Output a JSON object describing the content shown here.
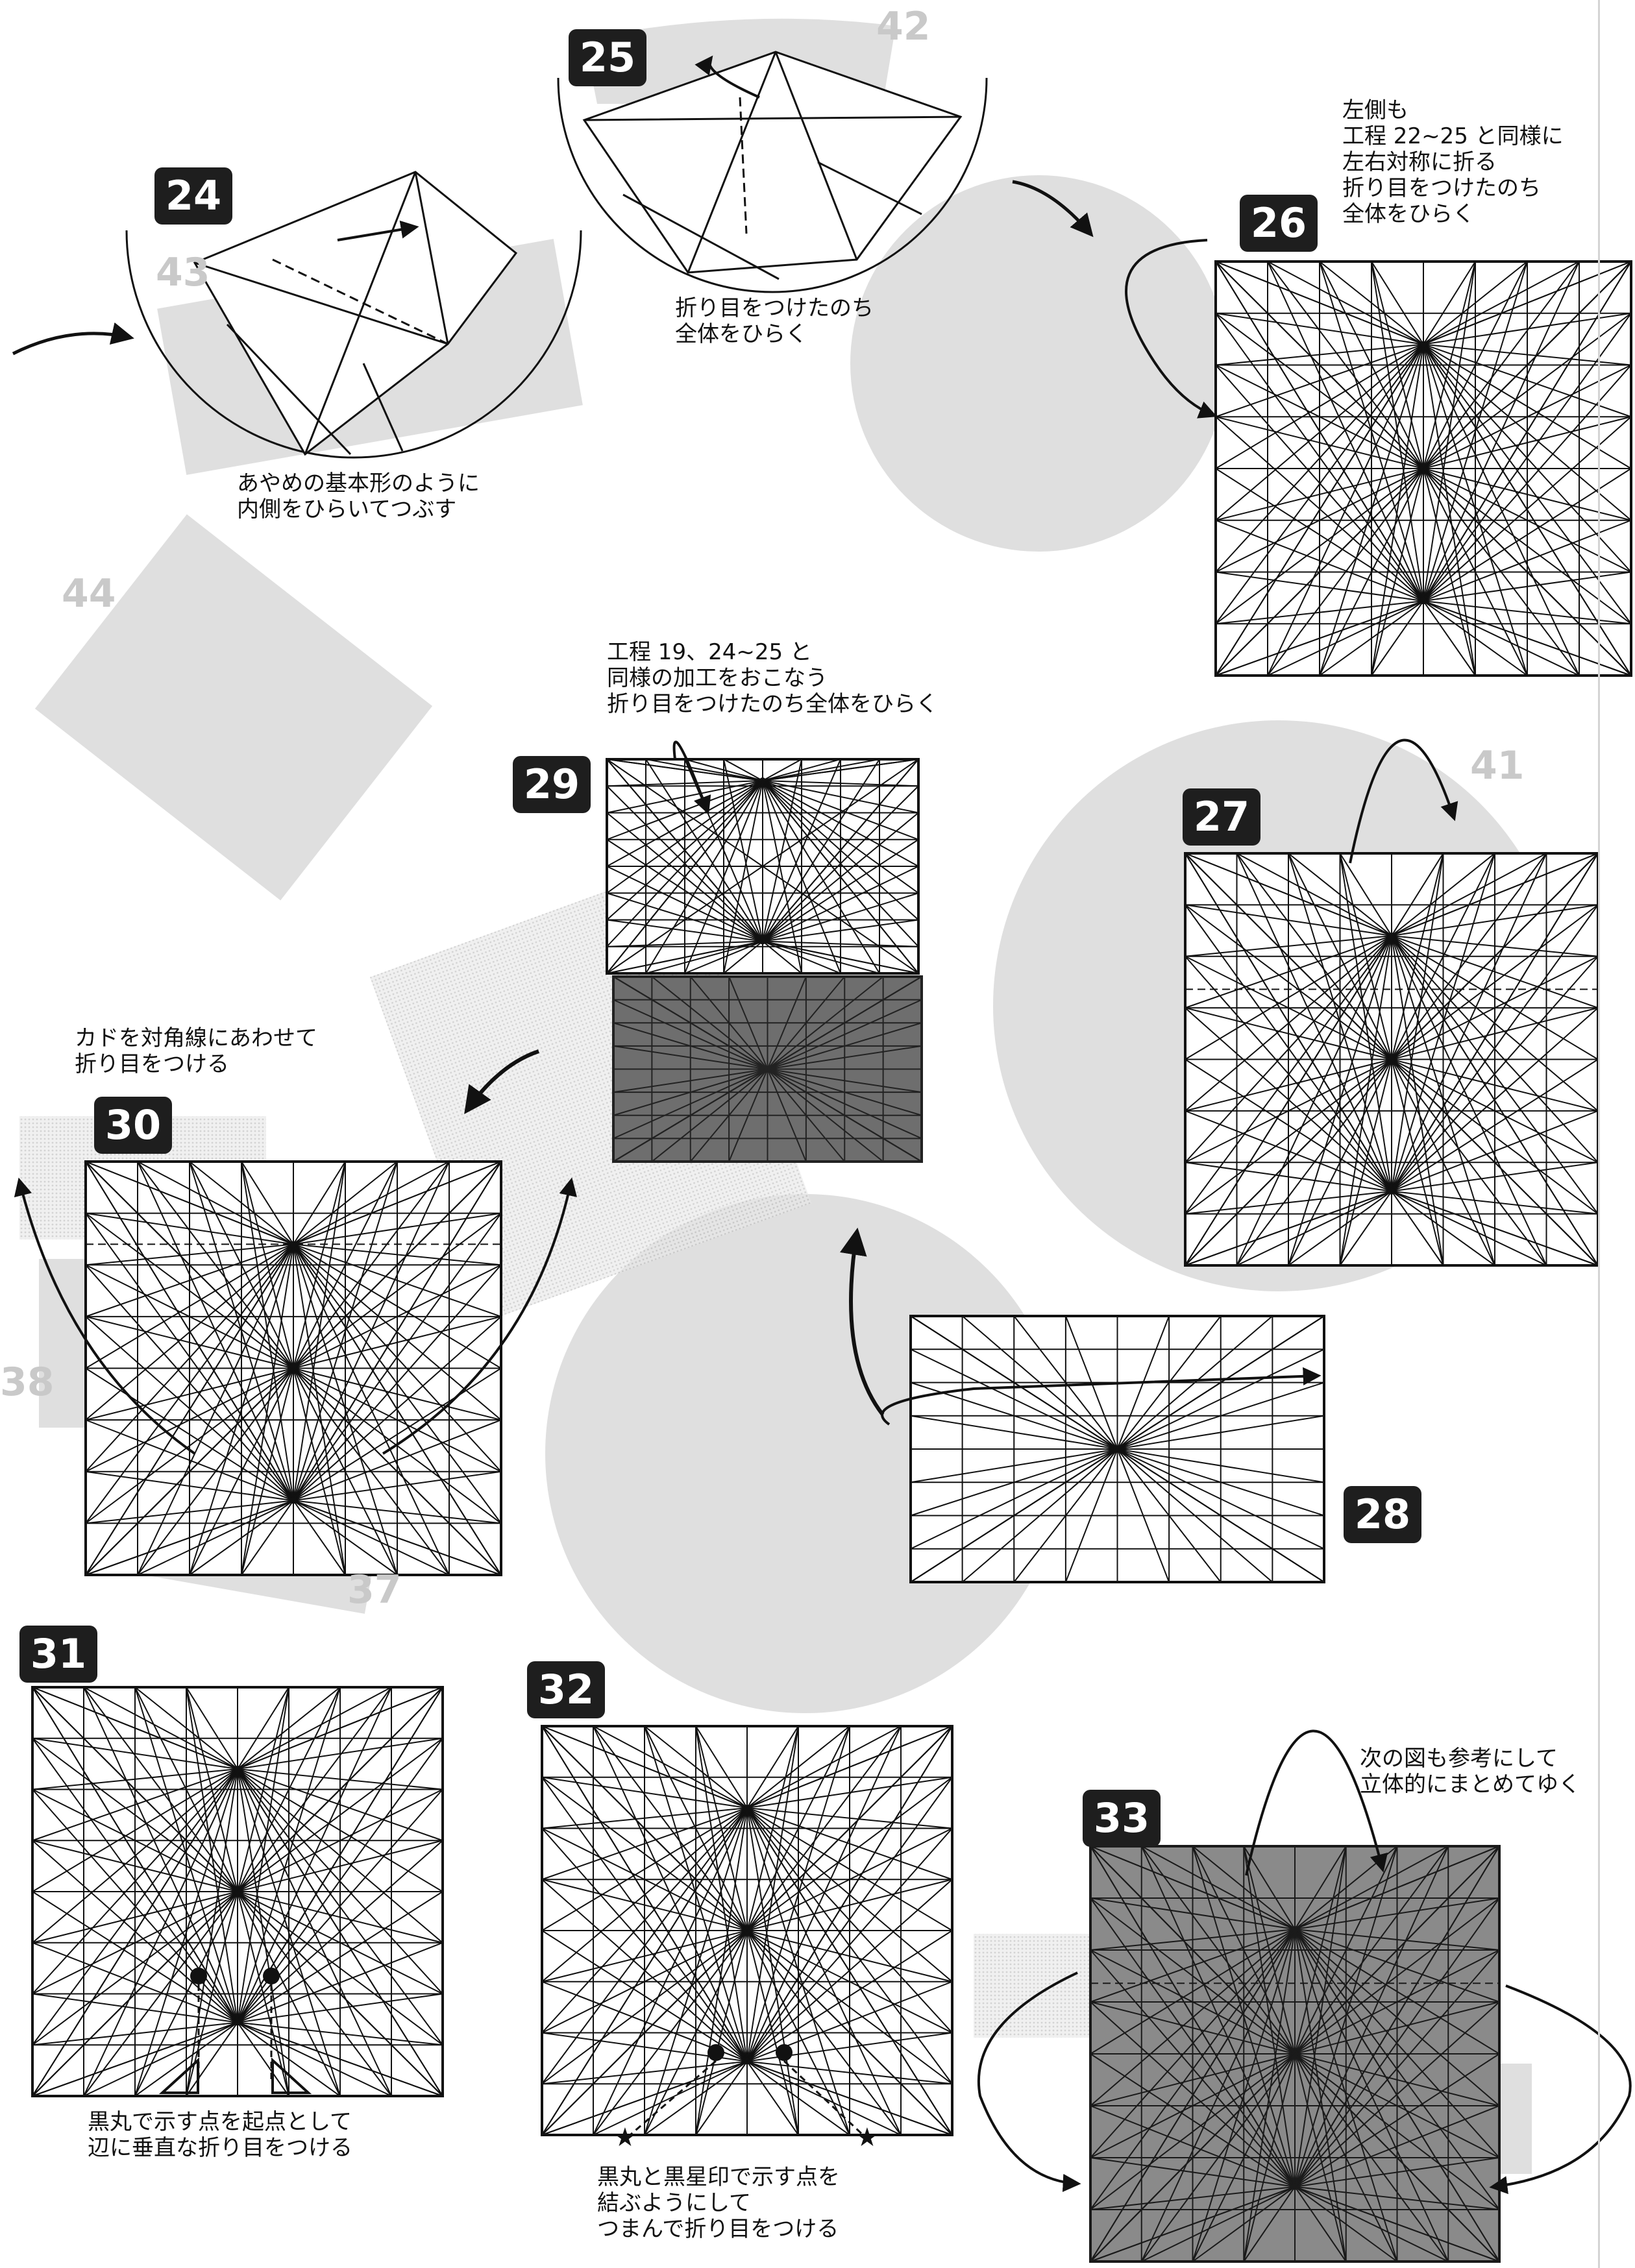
{
  "steps": [
    {
      "number": "24",
      "caption": "あやめの基本形のように\n内側をひらいてつぶす"
    },
    {
      "number": "25",
      "caption": "折り目をつけたのち\n全体をひらく"
    },
    {
      "number": "26",
      "caption": "左側も\n工程 22~25 と同様に\n左右対称に折る\n折り目をつけたのち\n全体をひらく"
    },
    {
      "number": "27",
      "caption": ""
    },
    {
      "number": "28",
      "caption": ""
    },
    {
      "number": "29",
      "caption": "工程 19、24~25 と\n同様の加工をおこなう\n折り目をつけたのち全体をひらく"
    },
    {
      "number": "30",
      "caption": "カドを対角線にあわせて\n折り目をつける"
    },
    {
      "number": "31",
      "caption": "黒丸で示す点を起点として\n辺に垂直な折り目をつける"
    },
    {
      "number": "32",
      "caption": "黒丸と黒星印で示す点を\n結ぶようにして\nつまんで折り目をつける"
    },
    {
      "number": "33",
      "caption": "次の図も参考にして\n立体的にまとめてゆく"
    }
  ],
  "ghost_pages": [
    "42",
    "43",
    "44",
    "41",
    "38",
    "37"
  ],
  "colors": {
    "ink": "#111111",
    "shade": "#6e6e6e",
    "ghost": "#d3d3d3",
    "badge": "#1e1e1e"
  }
}
